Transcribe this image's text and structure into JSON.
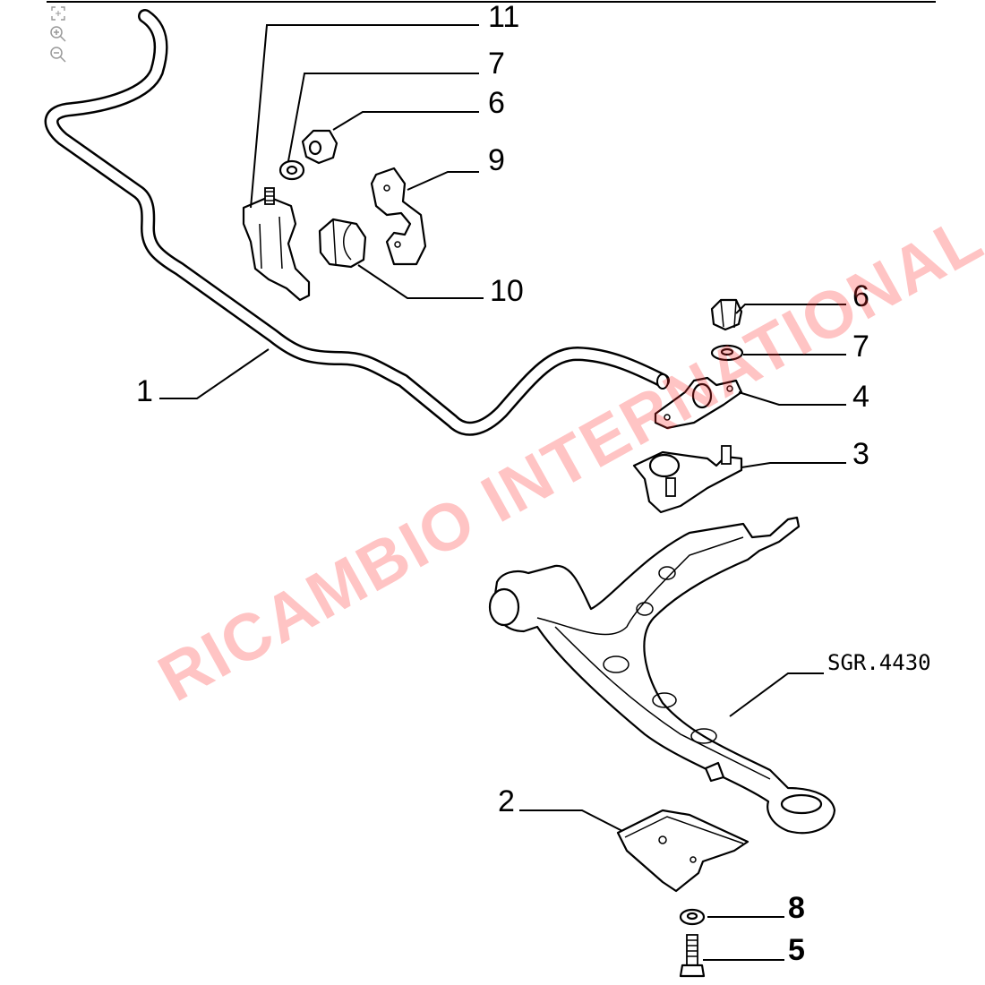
{
  "toolbar": {
    "items": [
      {
        "name": "fit-screen-button",
        "icon": "fit-screen-icon"
      },
      {
        "name": "zoom-in-button",
        "icon": "zoom-in-icon"
      },
      {
        "name": "zoom-out-button",
        "icon": "zoom-out-icon"
      }
    ]
  },
  "callouts": {
    "c11": "11",
    "c7a": "7",
    "c6a": "6",
    "c9": "9",
    "c10": "10",
    "c6b": "6",
    "c7b": "7",
    "c4": "4",
    "c3": "3",
    "c1": "1",
    "c2": "2",
    "c8": "8",
    "c5": "5"
  },
  "reference": "SGR.4430",
  "watermark": "RICAMBIO INTERNATIONAL",
  "colors": {
    "watermark": "#ff2a2a",
    "line": "#000000",
    "background": "#ffffff"
  }
}
